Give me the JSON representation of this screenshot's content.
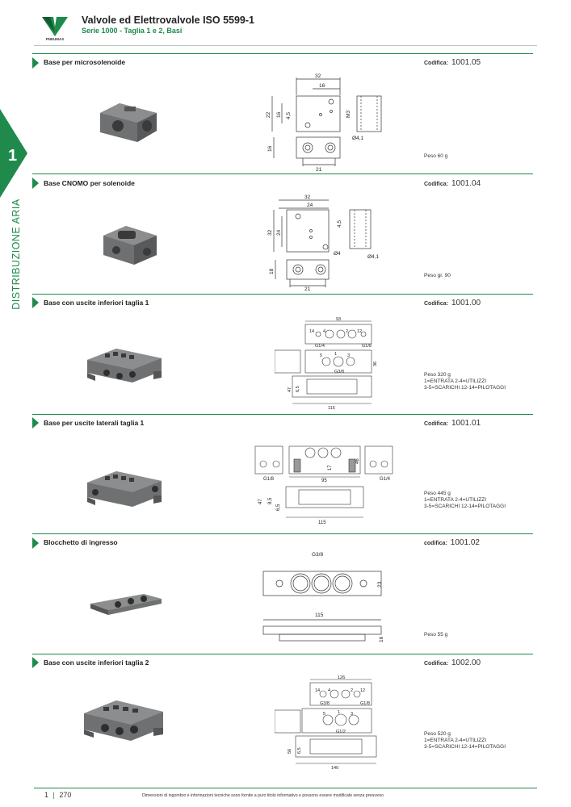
{
  "header": {
    "title": "Valvole ed Elettrovalvole ISO 5599-1",
    "subtitle": "Serie 1000 - Taglia 1 e 2, Basi",
    "logo_text": "PNEUMAX"
  },
  "side": {
    "chapter_number": "1",
    "chapter_label": "DISTRIBUZIONE ARIA"
  },
  "sections": [
    {
      "title": "Base per microsolenoide",
      "code_label": "Codifica:",
      "code": "1001.05",
      "weight": "Peso 60 g"
    },
    {
      "title": "Base CNOMO per solenoide",
      "code_label": "Codifica:",
      "code": "1001.04",
      "weight": "Peso gr. 90"
    },
    {
      "title": "Base con uscite inferiori taglia 1",
      "code_label": "Codifica:",
      "code": "1001.00",
      "weight": "Peso 320 g\n1=ENTRATA 2-4=UTILIZZI\n3-5=SCARICHI 12-14=PILOTAGGI"
    },
    {
      "title": "Base per uscite laterali taglia 1",
      "code_label": "Codifica:",
      "code": "1001.01",
      "weight": "Peso 445 g\n1=ENTRATA 2-4=UTILIZZI\n3-5=SCARICHI 12-14=PILOTAGGI"
    },
    {
      "title": "Blocchetto di ingresso",
      "code_label": "codifica:",
      "code": "1001.02",
      "weight": "Peso 55 g"
    },
    {
      "title": "Base con uscite inferiori taglia 2",
      "code_label": "Codifica:",
      "code": "1002.00",
      "weight": "Peso 520 g\n1=ENTRATA 2-4=UTILIZZI\n3-5=SCARICHI 12-14=PILOTAGGI"
    }
  ],
  "dims": {
    "s1": {
      "w32": "32",
      "w16": "16",
      "h22": "22",
      "h16": "16",
      "d45": "4,5",
      "m3": "M3",
      "phi41": "Ø4,1",
      "h16b": "16",
      "w21": "21"
    },
    "s2": {
      "w32": "32",
      "w24": "24",
      "h32": "32",
      "h24": "24",
      "d45": "4,5",
      "phi4": "Ø4",
      "phi41": "Ø4,1",
      "h18": "18",
      "w21": "21"
    },
    "s3": {
      "w93": "93",
      "p14": "14",
      "p4": "4",
      "p2": "2",
      "p12": "12",
      "g14": "G1/4",
      "g18": "G1/8",
      "p5": "5",
      "p1": "1",
      "p3": "3",
      "g38": "G3/8",
      "h36": "36",
      "h47": "47",
      "d65": "6,5",
      "w115": "115"
    },
    "s4": {
      "g18": "G1/8",
      "g14": "G1/4",
      "w95": "95",
      "h17": "17",
      "h46": "46",
      "h47": "47",
      "d85": "8,5",
      "d65": "6,5",
      "w115": "115"
    },
    "s5": {
      "g38": "G3/8",
      "h23": "23",
      "w115": "115",
      "h16": "16"
    },
    "s6": {
      "w126": "126",
      "p14": "14",
      "p4": "4",
      "p2": "2",
      "p12": "12",
      "g38": "G3/8",
      "g18": "G1/8",
      "p5": "5",
      "p1": "1",
      "p3": "3",
      "g12": "G1/2",
      "h56": "56",
      "d65": "6,5",
      "w140": "140"
    }
  },
  "footer": {
    "page_chapter": "1",
    "page_number": "270",
    "disclaimer": "Dimensioni di ingombro e informazioni tecniche sono fornite a puro titolo informativo e possono essere modificate senza preavviso"
  },
  "colors": {
    "accent": "#1f8a4c",
    "part_grey": "#6f7071",
    "line": "#333333"
  }
}
